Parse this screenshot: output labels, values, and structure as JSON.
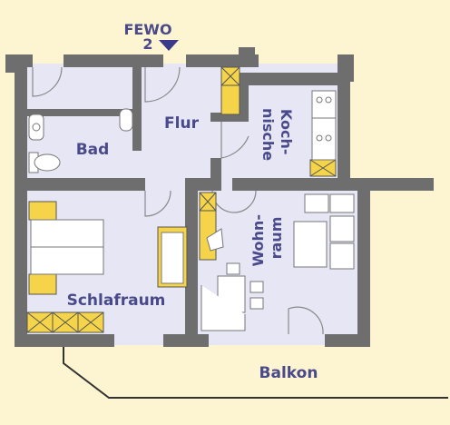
{
  "plan": {
    "apartment_label_line1": "FEWO",
    "apartment_label_line2": "2",
    "rooms": {
      "bad": "Bad",
      "flur": "Flur",
      "kochnische": "Koch-\nnische",
      "wohnraum": "Wohn-\nraum",
      "schlafraum": "Schlafraum",
      "balkon": "Balkon"
    }
  },
  "colors": {
    "background": "#fdf5d2",
    "floor": "#e6e6f5",
    "wall": "#6e6e6e",
    "label": "#4a4a8a",
    "cabinet": "#f5d44a",
    "arrow": "#3a3a8a"
  },
  "icons": {
    "entrance": "entrance-arrow-icon"
  }
}
